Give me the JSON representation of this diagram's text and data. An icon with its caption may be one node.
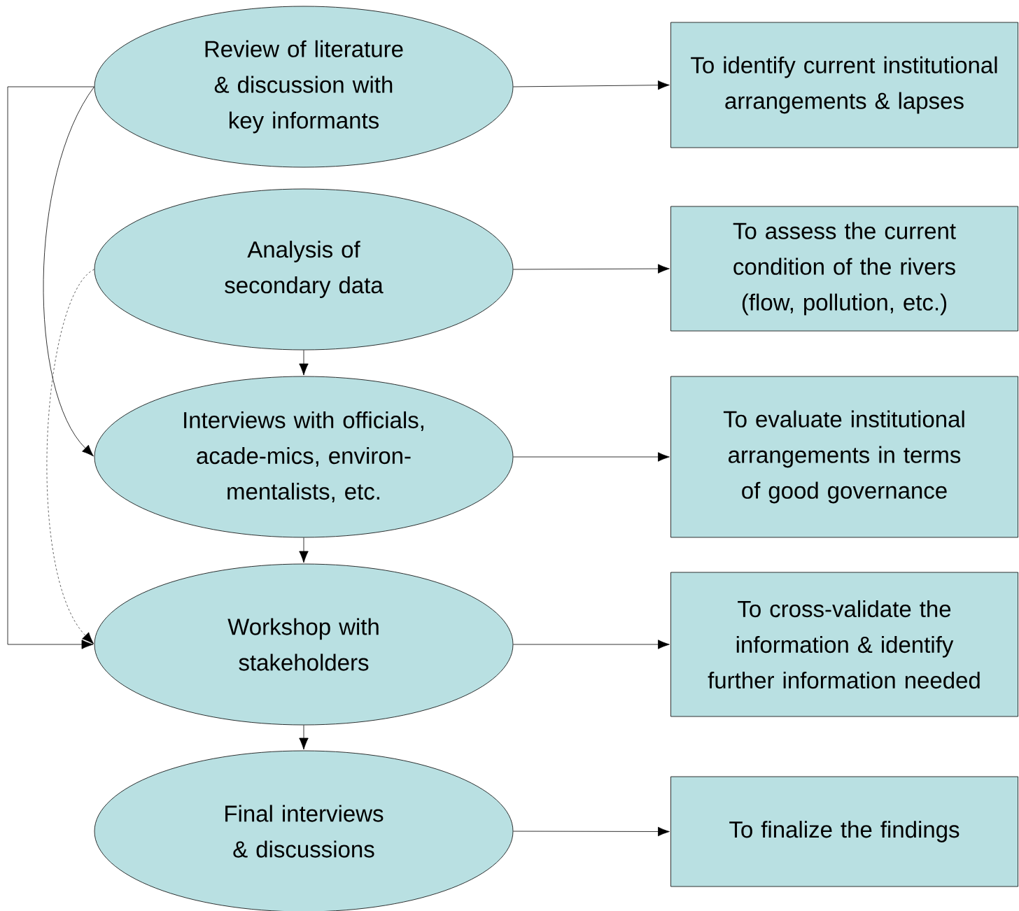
{
  "diagram": {
    "nodes": [
      {
        "text": [
          "Review of literature & discussion with key informants"
        ]
      },
      {
        "text": [
          "To identify current institutional arrangements & lapses"
        ]
      },
      {
        "text": [
          "Analysis of secondary data"
        ]
      },
      {
        "text": [
          "To assess the current condition of the rivers (flow, pollution, etc.)"
        ]
      },
      {
        "text": [
          "Interviews with officials, acade-mics, environ- mentalists, etc."
        ]
      },
      {
        "text": [
          "To evaluate institutional arrangements in terms of good governance"
        ]
      },
      {
        "text": [
          "Workshop with stakeholders"
        ]
      },
      {
        "text": [
          "To cross-validate the information & identify further information needed"
        ]
      },
      {
        "text": [
          "Final interviews & discussions"
        ]
      },
      {
        "text": [
          "To finalize the findings"
        ]
      }
    ],
    "edges": [
      {
        "from": 0,
        "to": 1,
        "arrow": "to"
      },
      {
        "from": 2,
        "to": 3,
        "arrow": "to"
      },
      {
        "from": 4,
        "to": 5,
        "arrow": "to"
      },
      {
        "from": 6,
        "to": 7,
        "arrow": "to"
      },
      {
        "from": 8,
        "to": 9,
        "arrow": "to"
      },
      {
        "from": 2,
        "to": 4,
        "arrow": "to"
      },
      {
        "from": 4,
        "to": 6,
        "arrow": "to"
      },
      {
        "from": 6,
        "to": 8,
        "arrow": "to"
      },
      {
        "from": 0,
        "to": 4,
        "arrow": "to"
      },
      {
        "from": 0,
        "to": 6,
        "arrow": "to"
      },
      {
        "from": 2,
        "to": 6,
        "arrow": "to",
        "style": "dashed"
      }
    ]
  }
}
